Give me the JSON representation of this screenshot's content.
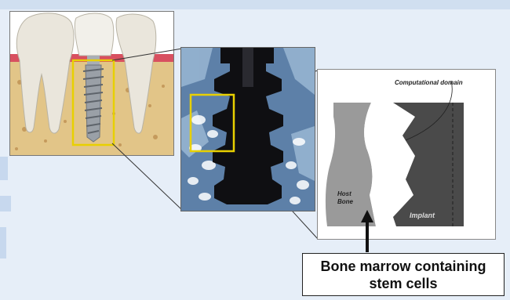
{
  "labels": {
    "computational_domain": "Computational domain",
    "host_bone_line1": "Host",
    "host_bone_line2": "Bone",
    "implant": "Implant",
    "callout_line1": "Bone marrow containing",
    "callout_line2": "stem cells"
  },
  "colors": {
    "background": "#e6eef8",
    "highlight_box": "#e8d000",
    "implant_dark": "#4a4a4a",
    "host_bone": "#9a9a9a",
    "gum": "#d85060",
    "bone_tissue": "#e2c588"
  }
}
